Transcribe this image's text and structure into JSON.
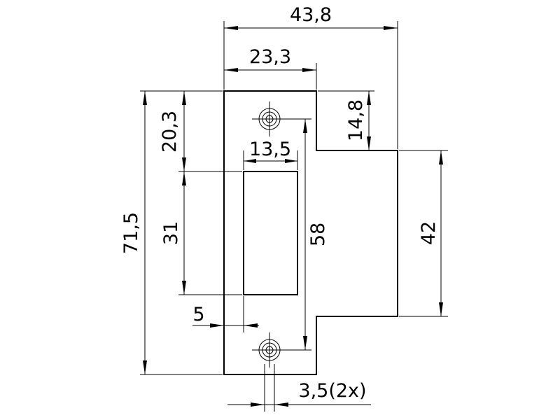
{
  "drawing": {
    "dimensions": {
      "overall_width": "43,8",
      "plate_width": "23,3",
      "top_to_slot": "20,3",
      "slot_width": "13,5",
      "step_height": "14,8",
      "overall_height": "71,5",
      "slot_height": "31",
      "hole_spacing": "58",
      "lip_height": "42",
      "slot_offset": "5",
      "hole_diameter": "3,5(2x)"
    }
  }
}
